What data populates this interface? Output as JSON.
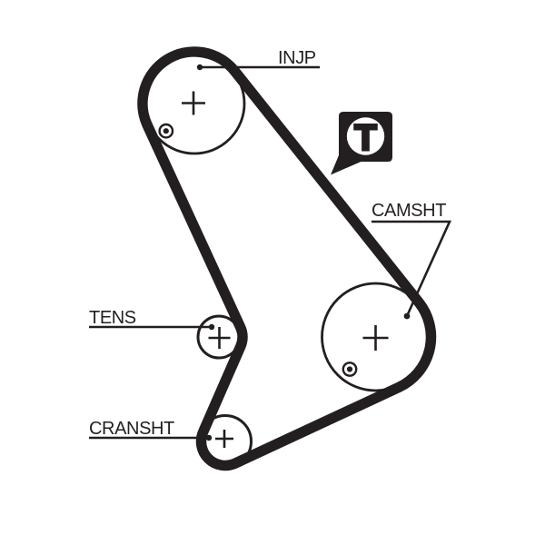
{
  "colors": {
    "ink": "#231f20",
    "background": "#ffffff"
  },
  "labels": {
    "injection_pump": "INJP",
    "camshaft": "CAMSHT",
    "tensioner": "TENS",
    "crankshaft": "CRANSHT"
  },
  "timing_mark": {
    "letter": "T"
  }
}
